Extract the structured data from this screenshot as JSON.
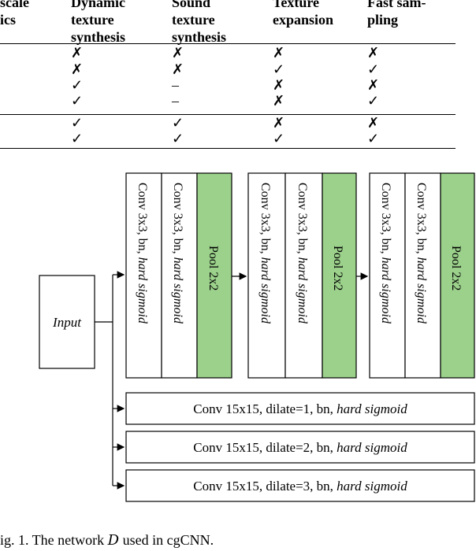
{
  "table": {
    "headers": [
      {
        "text": "scale\nics"
      },
      {
        "text": "Dynamic\ntexture\nsynthesis"
      },
      {
        "text": "Sound\ntexture\nsynthesis"
      },
      {
        "text": "Texture\nexpansion"
      },
      {
        "text": "Fast   sam-\npling"
      }
    ],
    "rows": [
      [
        "✗",
        "✗",
        "✗",
        "✗"
      ],
      [
        "✗",
        "✗",
        "✓",
        "✓"
      ],
      [
        "✓",
        "–",
        "✗",
        "✗"
      ],
      [
        "✓",
        "–",
        "✗",
        "✓"
      ],
      [
        "✓",
        "✓",
        "✗",
        "✗"
      ],
      [
        "✓",
        "✓",
        "✓",
        "✓"
      ]
    ]
  },
  "figure": {
    "input_label": "Input",
    "blocks": [
      {
        "conv1_prefix": "Conv 3x3, bn, ",
        "conv1_act": "hard sigmoid",
        "conv2_prefix": "Conv 3x3, bn, ",
        "conv2_act": "hard sigmoid",
        "pool": "Pool 2x2"
      },
      {
        "conv1_prefix": "Conv 3x3, bn, ",
        "conv1_act": "hard sigmoid",
        "conv2_prefix": "Conv 3x3, bn, ",
        "conv2_act": "hard sigmoid",
        "pool": "Pool 2x2"
      },
      {
        "conv1_prefix": "Conv 3x3, bn, ",
        "conv1_act": "hard sigmoid",
        "conv2_prefix": "Conv 3x3, bn, ",
        "conv2_act": "hard sigmoid",
        "pool": "Pool 2x2"
      }
    ],
    "dilated": [
      {
        "prefix": "Conv 15x15, dilate=1, bn, ",
        "act": "hard sigmoid"
      },
      {
        "prefix": "Conv 15x15, dilate=2, bn, ",
        "act": "hard sigmoid"
      },
      {
        "prefix": "Conv 15x15, dilate=3, bn, ",
        "act": "hard sigmoid"
      }
    ],
    "pool_color": "#9bd18b"
  },
  "caption": {
    "prefix": "ig. 1.   The network ",
    "symbol": "D",
    "suffix": " used in cgCNN."
  }
}
